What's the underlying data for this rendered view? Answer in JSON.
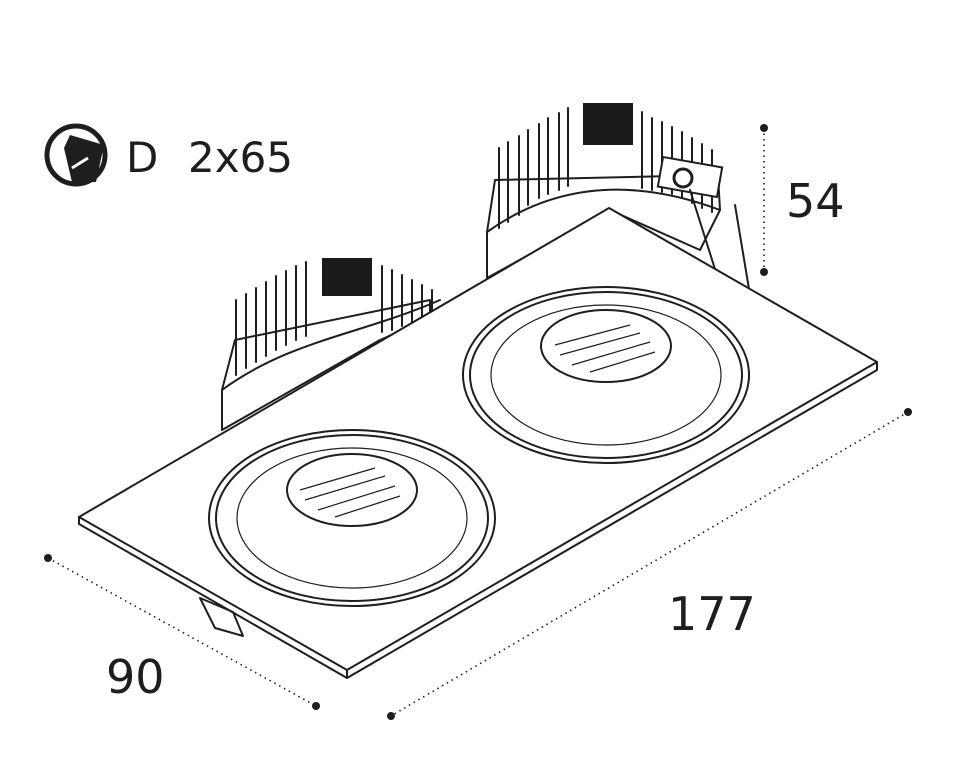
{
  "cutout": {
    "icon": "cutout-drill-icon",
    "label": "D",
    "value": "2x65"
  },
  "dimensions": {
    "height": "54",
    "length": "177",
    "width": "90"
  }
}
